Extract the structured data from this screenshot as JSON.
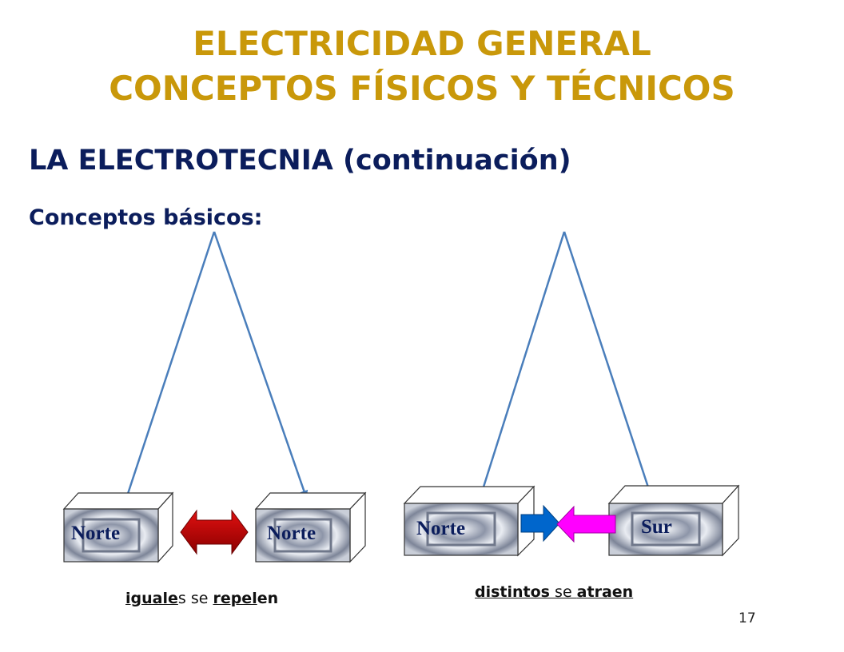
{
  "title": {
    "line1": "ELECTRICIDAD GENERAL",
    "line2": "CONCEPTOS  FÍSICOS Y TÉCNICOS"
  },
  "section_heading": "LA ELECTROTECNIA (continuación)",
  "subheading": "Conceptos básicos:",
  "diagram": {
    "left_pair": {
      "box1_label": "Norte",
      "box2_label": "Norte",
      "caption": {
        "part1": "iguale",
        "part2": "s se ",
        "part3": "repel",
        "part4": "en"
      }
    },
    "right_pair": {
      "box1_label": "Norte",
      "box2_label": "Sur",
      "caption": {
        "part1": "distintos",
        "part2": " se ",
        "part3": "atraen"
      }
    }
  },
  "colors": {
    "title": "#C9980A",
    "heading": "#0B1D5C",
    "pointer_line": "#4A7EBB",
    "repel_arrow": "#C00000",
    "attract_arrow_blue": "#0066CC",
    "attract_arrow_magenta": "#FF00FF"
  },
  "page_number": "17"
}
